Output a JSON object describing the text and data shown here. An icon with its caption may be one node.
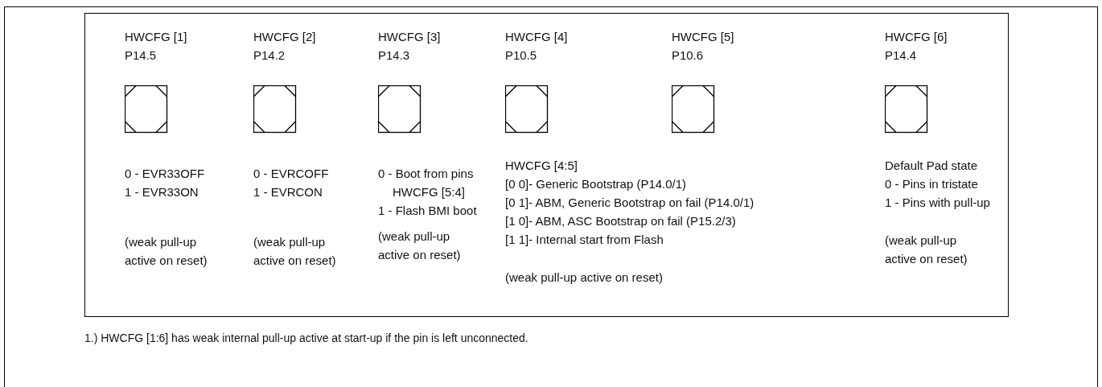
{
  "diagram": {
    "nodes": [
      {
        "text": [],
        "shape": "box"
      },
      {
        "text": [
          "HWCFG [1] P14.5"
        ],
        "in": 0,
        "beside": [
          "0 - EVR33OFF",
          "1 - EVR33ON",
          "(weak pull-up active on reset)"
        ]
      },
      {
        "text": [
          "HWCFG [2] P14.2"
        ],
        "in": 0,
        "beside": [
          "0 - EVRCOFF",
          "1 - EVRCON",
          "(weak pull-up active on reset)"
        ]
      },
      {
        "text": [
          "HWCFG [3] P14.3"
        ],
        "in": 0,
        "beside": [
          "0 - Boot from pins HWCFG [5:4]",
          "1 - Flash BMI boot",
          "(weak pull-up active on reset)"
        ]
      },
      {
        "text": [
          "HWCFG [4] P10.5"
        ],
        "in": 0,
        "beside": [
          "HWCFG [4:5]",
          "[0 0]- Generic Bootstrap (P14.0/1)",
          "[0 1]- ABM, Generic Bootstrap on fail (P14.0/1)",
          "[1 0]- ABM, ASC Bootstrap on fail (P15.2/3)",
          "[1 1]- Internal start from Flash",
          "(weak pull-up active on reset)"
        ]
      },
      {
        "text": [
          "HWCFG [5] P10.6"
        ],
        "in": 0
      },
      {
        "text": [
          "HWCFG [6] P14.4"
        ],
        "in": 0,
        "beside": [
          "Default Pad state",
          "0 - Pins in tristate",
          "1 - Pins with pull-up",
          "(weak pull-up active on reset)"
        ]
      }
    ],
    "edges": [],
    "labels": [
      "1.) HWCFG [1:6] has weak internal pull-up active at start-up if the pin is left unconnected."
    ]
  }
}
